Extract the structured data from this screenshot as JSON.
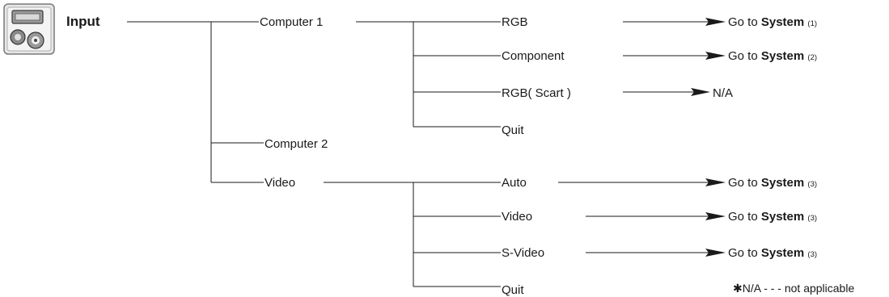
{
  "title": "Input",
  "icon": "input-connector-icon",
  "level1": {
    "computer1": "Computer 1",
    "computer2": "Computer 2",
    "video": "Video"
  },
  "computer1_options": {
    "rgb": "RGB",
    "component": "Component",
    "rgb_scart": "RGB( Scart )",
    "quit": "Quit"
  },
  "video_options": {
    "auto": "Auto",
    "video": "Video",
    "svideo": "S-Video",
    "quit": "Quit"
  },
  "results": {
    "goto_prefix": "Go to",
    "system_label": "System",
    "rgb_num": "(1)",
    "component_num": "(2)",
    "video_num": "(3)",
    "na": "N/A"
  },
  "footnote": {
    "mark": "✱",
    "text": "N/A - - - not applicable"
  },
  "colors": {
    "line": "#1a1a1a",
    "text": "#1a1a1a"
  }
}
